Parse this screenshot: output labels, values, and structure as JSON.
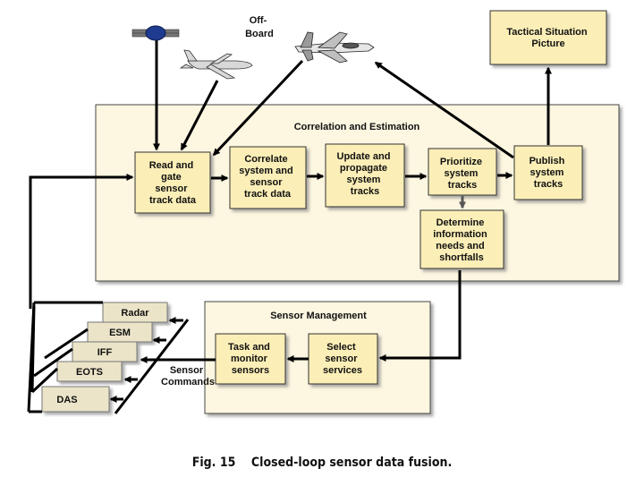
{
  "offboard_label": [
    "Off-",
    "Board"
  ],
  "tactical": [
    "Tactical Situation",
    "Picture"
  ],
  "correlation_title": "Correlation and Estimation",
  "boxes": {
    "read_gate": [
      "Read and",
      "gate",
      "sensor",
      "track data"
    ],
    "correlate": [
      "Correlate",
      "system and",
      "sensor",
      "track data"
    ],
    "update": [
      "Update and",
      "propagate",
      "system",
      "tracks"
    ],
    "prioritize": [
      "Prioritize",
      "system",
      "tracks"
    ],
    "publish": [
      "Publish",
      "system",
      "tracks"
    ],
    "determine": [
      "Determine",
      "information",
      "needs and",
      "shortfalls"
    ],
    "select": [
      "Select",
      "sensor",
      "services"
    ],
    "task": [
      "Task and",
      "monitor",
      "sensors"
    ]
  },
  "sensor_management_title": "Sensor Management",
  "sensors": [
    "Radar",
    "ESM",
    "IFF",
    "EOTS",
    "DAS"
  ],
  "sensor_commands": [
    "Sensor",
    "Commands"
  ],
  "caption": "Fig. 15    Closed-loop sensor data fusion.",
  "colors": {
    "panel": "#fdf6e0",
    "box": "#fbeeb7",
    "sensor": "#ebe4c8",
    "line": "#000000"
  },
  "icons": [
    "satellite-icon",
    "aircraft-icon",
    "fighter-jet-icon"
  ]
}
